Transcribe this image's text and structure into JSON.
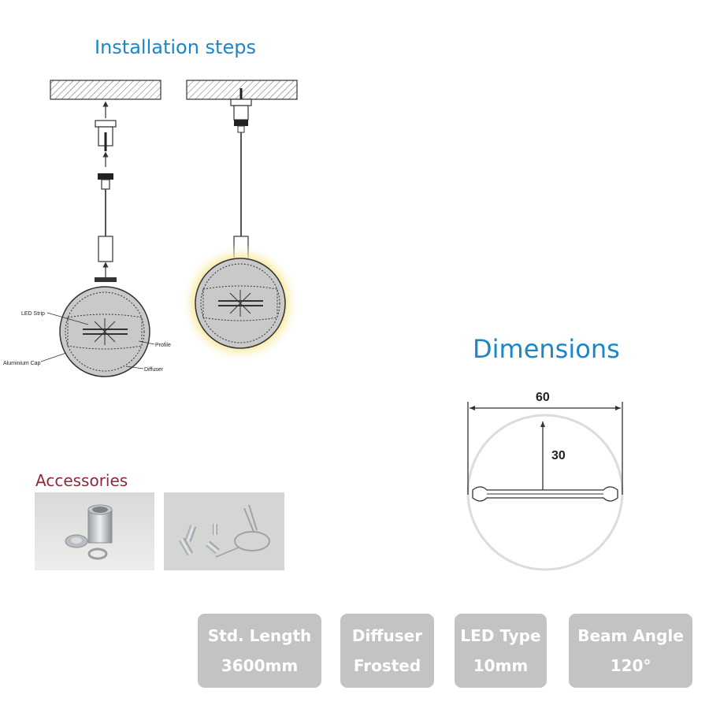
{
  "installation": {
    "title": "Installation steps",
    "labels": {
      "led_strip": "LED Strip",
      "profile": "Profile",
      "aluminium_cap": "Aluminium Cap",
      "diffuser": "Diffuser"
    }
  },
  "dimensions": {
    "title": "Dimensions",
    "width": "60",
    "height": "30"
  },
  "accessories": {
    "title": "Accessories"
  },
  "specs": [
    {
      "label": "Std. Length",
      "value": "3600mm"
    },
    {
      "label": "Diffuser",
      "value": "Frosted"
    },
    {
      "label": "LED Type",
      "value": "10mm"
    },
    {
      "label": "Beam Angle",
      "value": "120°"
    }
  ],
  "colors": {
    "title_blue": "#1c86c8",
    "accessories_title": "#8c2a3c",
    "spec_box": "#c3c3c3",
    "glow": "#f4e27a"
  }
}
